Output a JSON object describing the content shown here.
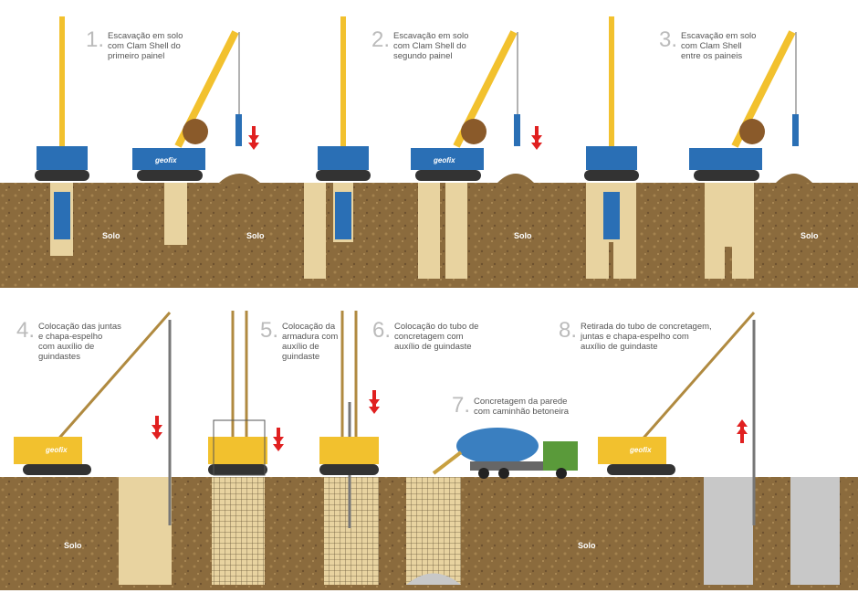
{
  "steps": [
    {
      "num": "1.",
      "text": "Escavação em solo\ncom Clam Shell do\nprimeiro painel"
    },
    {
      "num": "2.",
      "text": "Escavação em solo\ncom Clam Shell do\nsegundo painel"
    },
    {
      "num": "3.",
      "text": "Escavação em solo\ncom Clam Shell\nentre os paineis"
    },
    {
      "num": "4.",
      "text": "Colocação das juntas\ne chapa-espelho\ncom auxílio de\nguindastes"
    },
    {
      "num": "5.",
      "text": "Colocação da\narmadura com\nauxílio de\nguindaste"
    },
    {
      "num": "6.",
      "text": "Colocação do tubo de\nconcretagem com\nauxílio de guindaste"
    },
    {
      "num": "7.",
      "text": "Concretagem da parede\ncom caminhão betoneira"
    },
    {
      "num": "8.",
      "text": "Retirada do tubo de concretagem,\njuntas e chapa-espelho com\nauxílio de guindaste"
    }
  ],
  "soil_label": "Solo",
  "brand": "geofix",
  "colors": {
    "soil": "#8b6b3d",
    "panel": "#e8d3a0",
    "crane": "#f2c12e",
    "arrow": "#e02020",
    "concrete": "#c8c8c8",
    "truck": "#3a7fc0"
  }
}
